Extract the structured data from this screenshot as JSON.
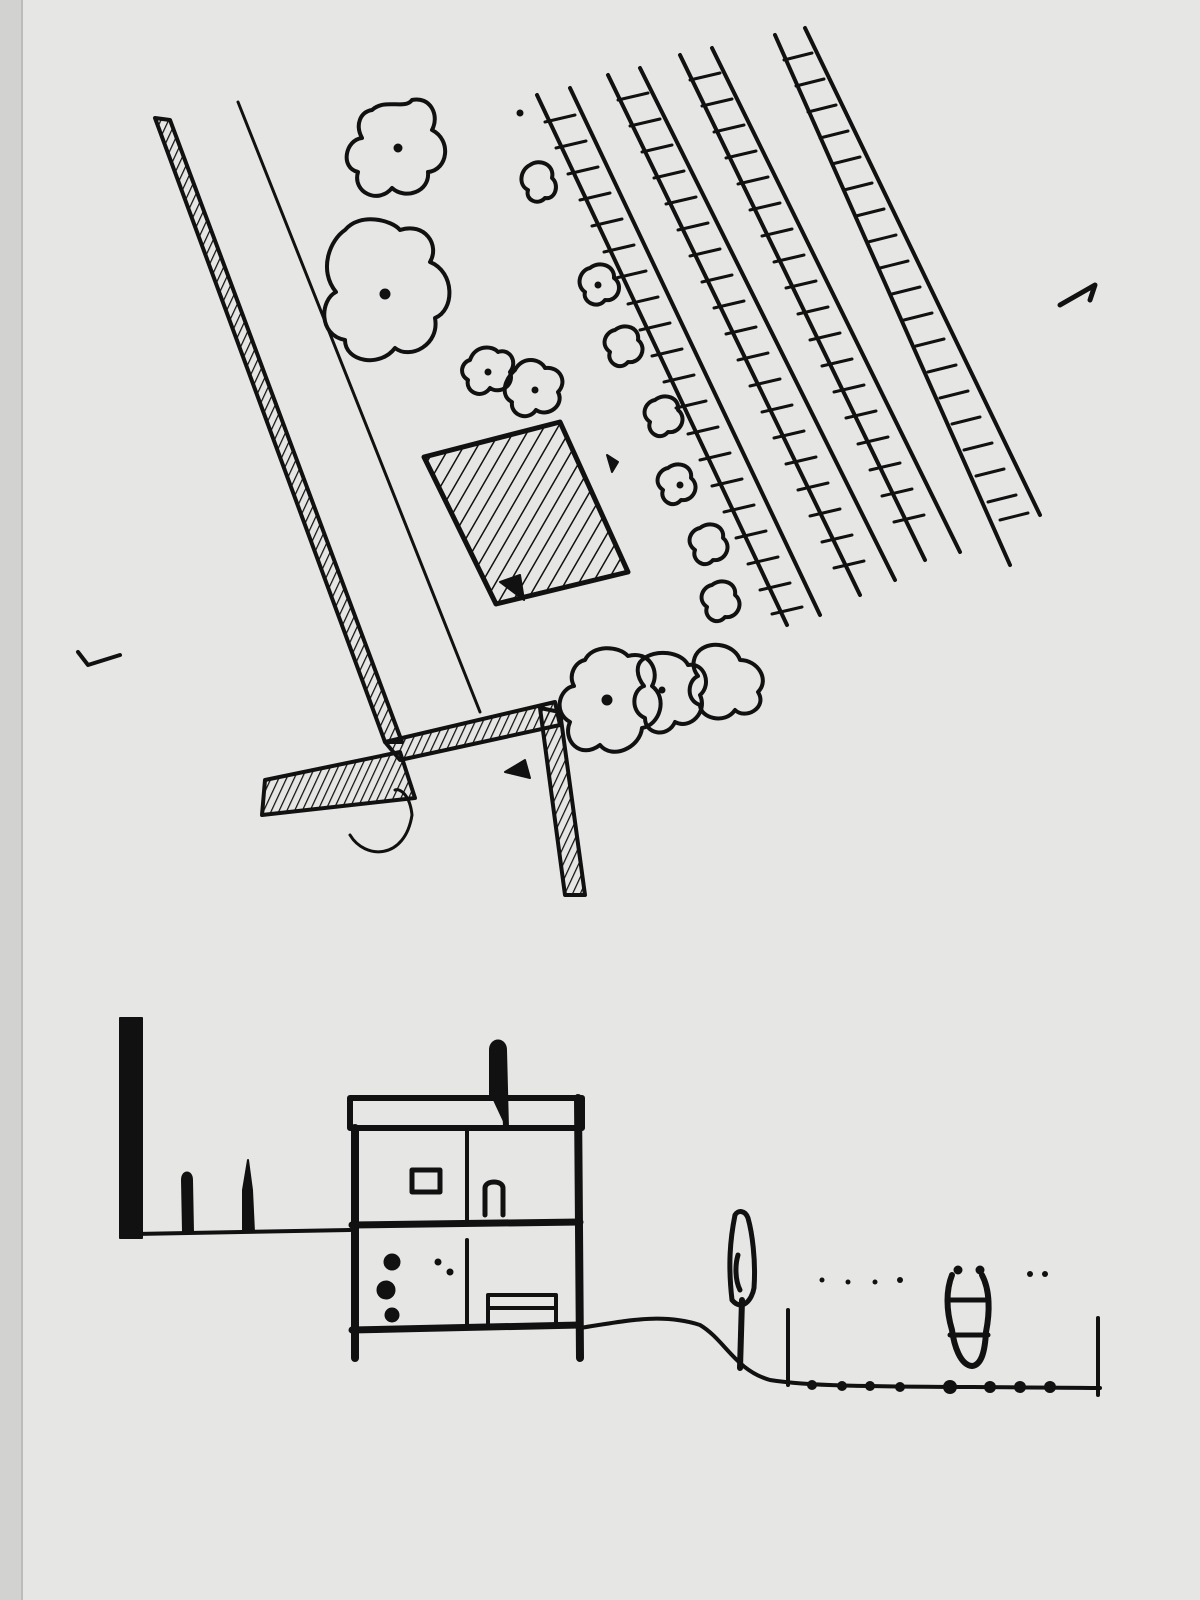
{
  "sheet": {
    "paper_color": "#e6e6e4",
    "ink_color": "#111111",
    "medium": "pen-and-ink"
  },
  "drawings": [
    {
      "kind": "site-plan",
      "elements": [
        "boundary-wall",
        "road-edge",
        "trees",
        "shrubs",
        "house-footprint",
        "field-rows",
        "section-marks"
      ],
      "field_rows": 4,
      "trees": 5,
      "shrubs": 9
    },
    {
      "kind": "section",
      "elements": [
        "boundary-wall",
        "posts",
        "house-section",
        "sloping-ground",
        "tree",
        "fence",
        "figure"
      ],
      "house_floors": 2
    }
  ],
  "annotations": []
}
